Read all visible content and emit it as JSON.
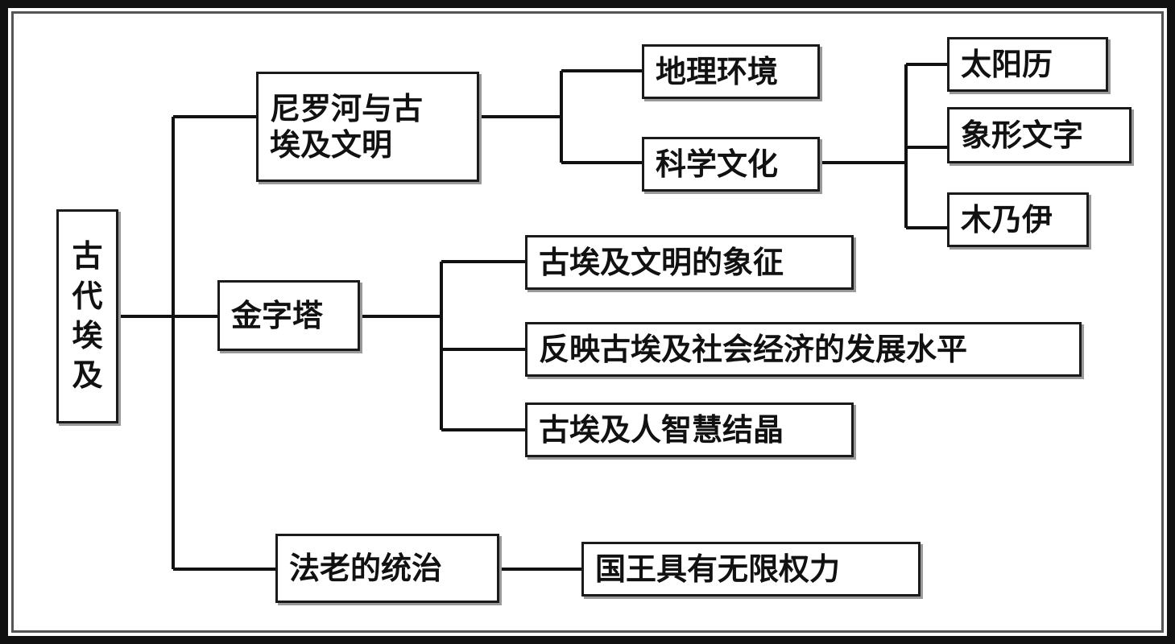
{
  "root": {
    "label": "古代埃及",
    "chars": [
      "古",
      "代",
      "埃",
      "及"
    ]
  },
  "branches": {
    "nile": {
      "label_line1": "尼罗河与古",
      "label_line2": "埃及文明",
      "geo": "地理环境",
      "sci": "科学文化",
      "sci_items": [
        "太阳历",
        "象形文字",
        "木乃伊"
      ]
    },
    "pyramid": {
      "label": "金字塔",
      "items": [
        "古埃及文明的象征",
        "反映古埃及社会经济的发展水平",
        "古埃及人智慧结晶"
      ]
    },
    "pharaoh": {
      "label": "法老的统治",
      "item": "国王具有无限权力"
    }
  },
  "colors": {
    "line": "#111111",
    "border": "#1a1a1a",
    "shadow": "#9a9a9a"
  }
}
